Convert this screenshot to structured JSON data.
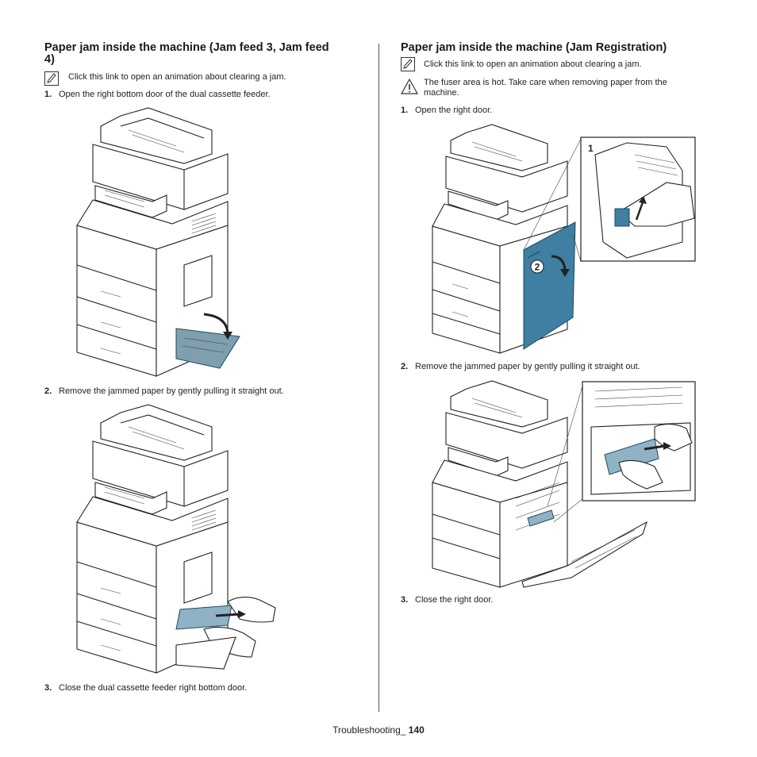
{
  "left": {
    "heading": "Paper jam inside the machine (Jam feed 3, Jam feed 4)",
    "heading_line1": "Paper jam inside the machine (Jam feed 3, Jam feed",
    "heading_line2": "4)",
    "note": "Click this link to open an animation about clearing a jam.",
    "steps": [
      {
        "num": "1.",
        "text": "Open the right bottom door of the dual cassette feeder."
      },
      {
        "num": "2.",
        "text": "Remove the jammed paper by gently pulling it straight out."
      },
      {
        "num": "3.",
        "text": "Close the dual cassette feeder right bottom door."
      }
    ]
  },
  "right": {
    "heading": "Paper jam inside the machine (Jam Registration)",
    "note": "Click this link to open an animation about clearing a jam.",
    "warning_line1": "The fuser area is hot. Take care when removing paper from the",
    "warning_line2": "machine.",
    "steps": [
      {
        "num": "1.",
        "text": "Open the right door."
      },
      {
        "num": "2.",
        "text": "Remove the jammed paper by gently pulling it straight out."
      },
      {
        "num": "3.",
        "text": "Close the right door."
      }
    ],
    "callouts": {
      "one": "1",
      "two": "2"
    }
  },
  "footer": {
    "section": "Troubleshooting_ ",
    "page": "140"
  },
  "colors": {
    "accent_blue": "#3f7fa1",
    "text": "#1a1a1a",
    "rule": "#555555"
  },
  "icons": [
    "note-pencil-icon",
    "warning-triangle-icon"
  ]
}
